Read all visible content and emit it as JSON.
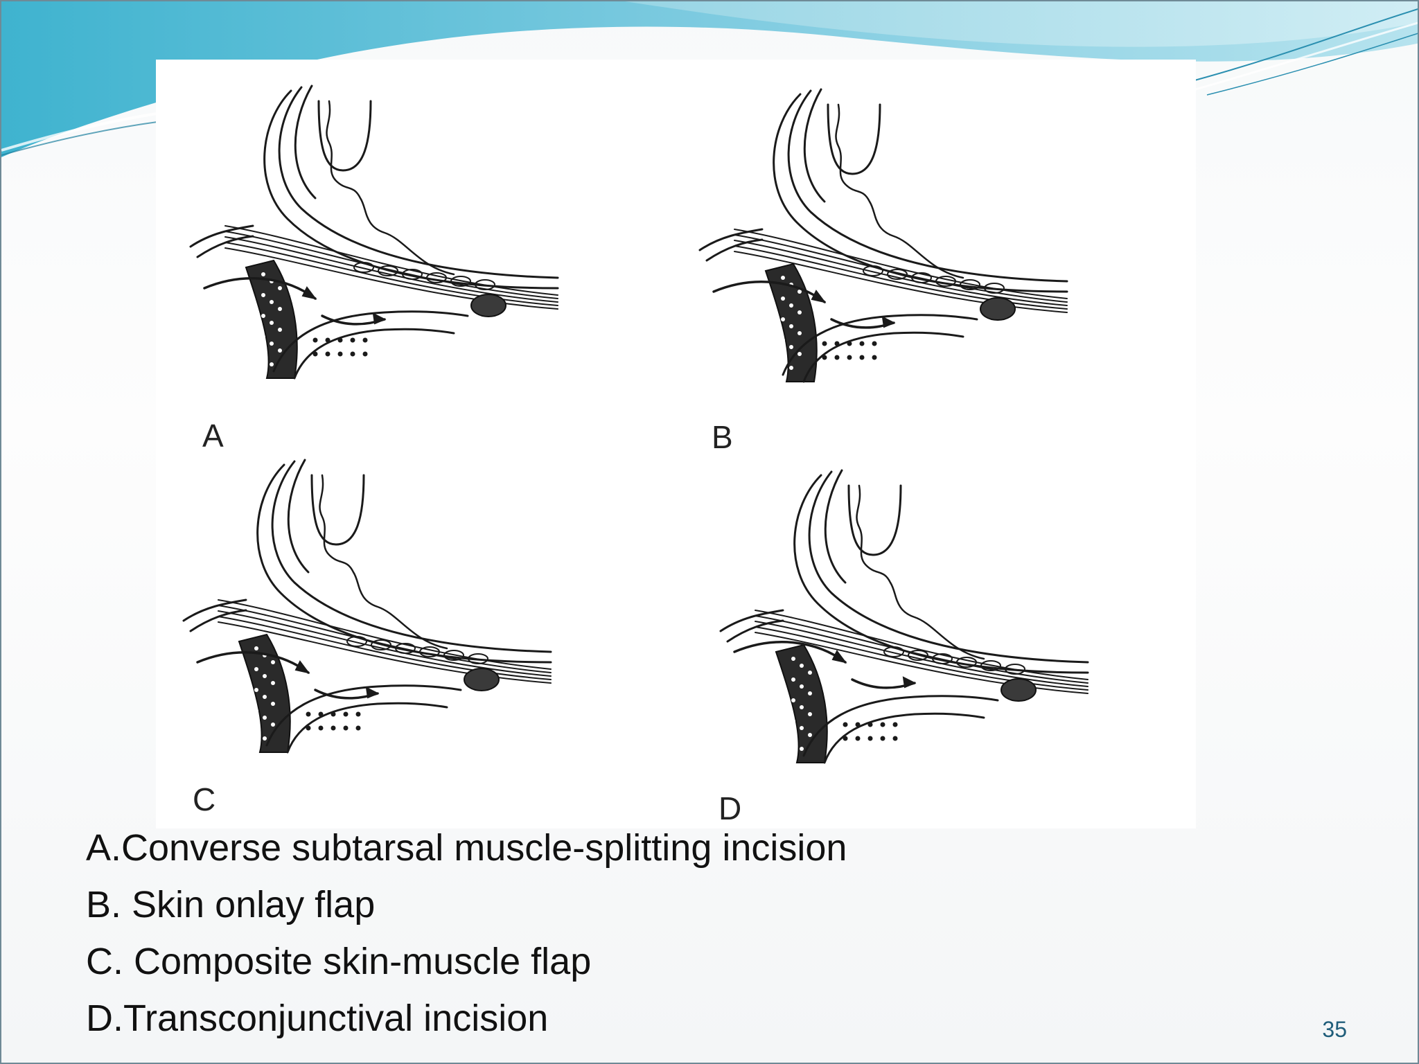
{
  "figure": {
    "panels": [
      {
        "letter": "A"
      },
      {
        "letter": "B"
      },
      {
        "letter": "C"
      },
      {
        "letter": "D"
      }
    ]
  },
  "captions": [
    "A.Converse subtarsal muscle-splitting incision",
    "B. Skin onlay flap",
    "C. Composite skin-muscle flap",
    "D.Transconjunctival incision"
  ],
  "page_number": "35",
  "colors": {
    "header_wave_light": "#a8dbe8",
    "header_wave_dark": "#4aa9c8",
    "page_number": "#1f5d7a"
  }
}
